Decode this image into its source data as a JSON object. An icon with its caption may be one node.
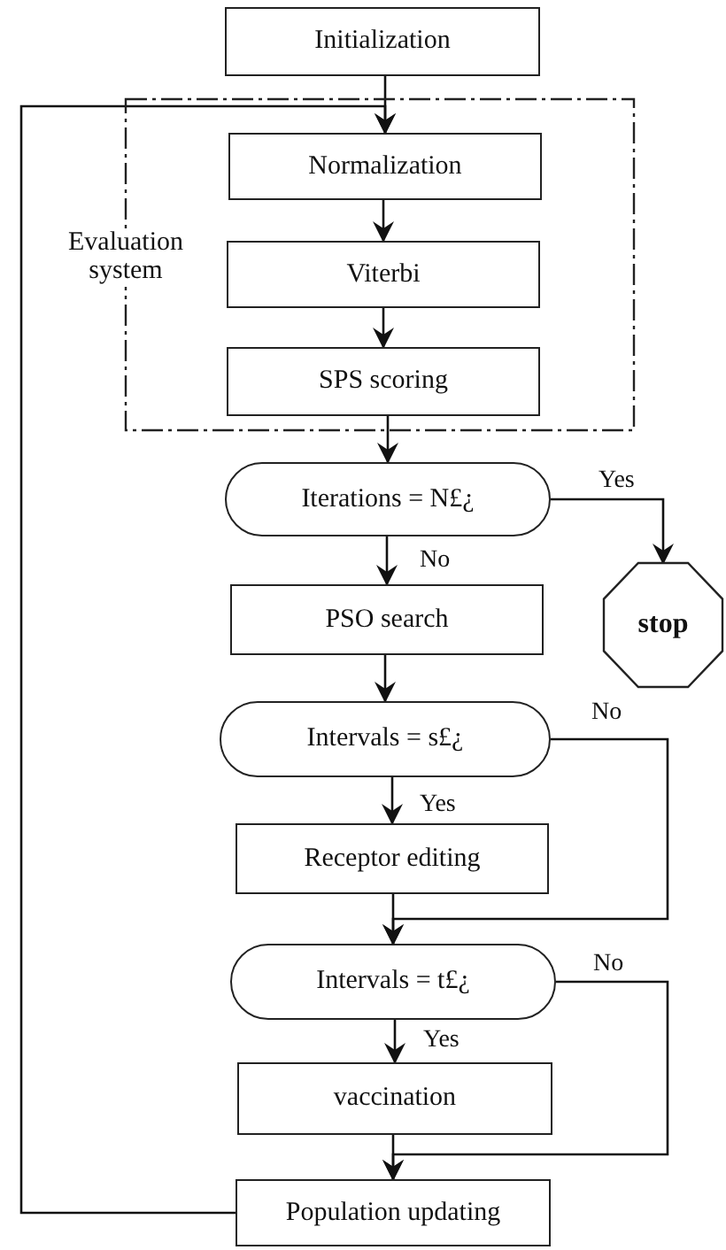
{
  "diagram": {
    "nodes": [
      {
        "text": [
          "Initialization"
        ]
      },
      {
        "text": [
          "Evaluation system"
        ]
      },
      {
        "text": [
          "Normalization"
        ],
        "in": 1
      },
      {
        "text": [
          "Viterbi"
        ],
        "in": 1
      },
      {
        "text": [
          "SPS scoring"
        ],
        "in": 1
      },
      {
        "text": [
          "Iterations = N£¿"
        ]
      },
      {
        "text": [
          "stop"
        ]
      },
      {
        "text": [
          "PSO search"
        ]
      },
      {
        "text": [
          "Intervals = s£¿"
        ]
      },
      {
        "text": [
          "Receptor editing"
        ]
      },
      {
        "text": [
          "Intervals = t£¿"
        ]
      },
      {
        "text": [
          "vaccination"
        ]
      },
      {
        "text": [
          "Population updating"
        ]
      }
    ],
    "edges": [
      {
        "from": 0,
        "to": 2,
        "arrow": "to"
      },
      {
        "from": 2,
        "to": 3,
        "arrow": "to"
      },
      {
        "from": 3,
        "to": 4,
        "arrow": "to"
      },
      {
        "from": 4,
        "to": 5,
        "arrow": "to"
      },
      {
        "from": 5,
        "to": 6,
        "arrow": "to",
        "label": "Yes"
      },
      {
        "from": 5,
        "to": 7,
        "arrow": "to",
        "label": "No"
      },
      {
        "from": 7,
        "to": 8,
        "arrow": "to"
      },
      {
        "from": 8,
        "to": 9,
        "arrow": "to",
        "label": "Yes"
      },
      {
        "from": 8,
        "to": 10,
        "arrow": "to",
        "label": "No"
      },
      {
        "from": 9,
        "to": 10,
        "arrow": "to"
      },
      {
        "from": 10,
        "to": 11,
        "arrow": "to",
        "label": "Yes"
      },
      {
        "from": 10,
        "to": 12,
        "arrow": "to",
        "label": "No"
      },
      {
        "from": 11,
        "to": 12,
        "arrow": "to"
      },
      {
        "from": 12,
        "to": 2,
        "arrow": "to"
      }
    ]
  }
}
